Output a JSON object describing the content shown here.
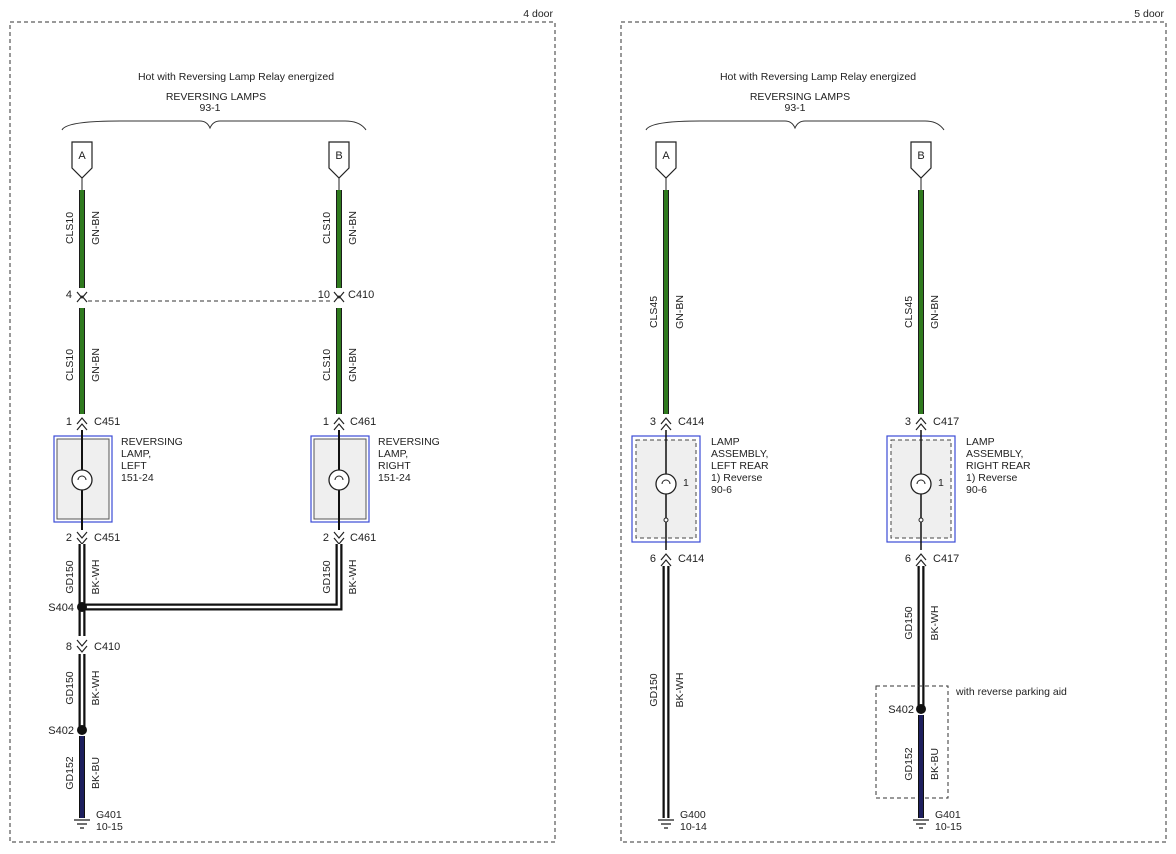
{
  "panels": [
    {
      "corner_label": "4 door",
      "header": {
        "condition": "Hot with Reversing Lamp Relay energized",
        "source_name": "REVERSING LAMPS",
        "source_ref": "93-1"
      },
      "inputs": [
        "A",
        "B"
      ],
      "circuits": {
        "left_upper": {
          "id": "CLS10",
          "color": "GN-BN"
        },
        "right_upper": {
          "id": "CLS10",
          "color": "GN-BN"
        },
        "left_mid": {
          "id": "CLS10",
          "color": "GN-BN"
        },
        "right_mid": {
          "id": "CLS10",
          "color": "GN-BN"
        },
        "left_lamp_out": {
          "id": "GD150",
          "color": "BK-WH"
        },
        "right_lamp_out": {
          "id": "GD150",
          "color": "BK-WH"
        },
        "left_lower": {
          "id": "GD150",
          "color": "BK-WH"
        },
        "ground_run": {
          "id": "GD152",
          "color": "BK-BU"
        }
      },
      "connectors": {
        "c410_top_left_pin": "4",
        "c410_top_right_pin": "10",
        "c410_name": "C410",
        "left_lamp_in_pin": "1",
        "left_lamp_in": "C451",
        "right_lamp_in_pin": "1",
        "right_lamp_in": "C461",
        "left_lamp_out_pin": "2",
        "left_lamp_out": "C451",
        "right_lamp_out_pin": "2",
        "right_lamp_out": "C461",
        "c410_lower_pin": "8",
        "c410_lower": "C410"
      },
      "splices": [
        "S404",
        "S402"
      ],
      "components": [
        {
          "name_lines": [
            "REVERSING",
            "LAMP,",
            "LEFT"
          ],
          "ref": "151-24"
        },
        {
          "name_lines": [
            "REVERSING",
            "LAMP,",
            "RIGHT"
          ],
          "ref": "151-24"
        }
      ],
      "ground": {
        "name": "G401",
        "ref": "10-15"
      }
    },
    {
      "corner_label": "5 door",
      "header": {
        "condition": "Hot with Reversing Lamp Relay energized",
        "source_name": "REVERSING LAMPS",
        "source_ref": "93-1"
      },
      "inputs": [
        "A",
        "B"
      ],
      "circuits": {
        "left_upper": {
          "id": "CLS45",
          "color": "GN-BN"
        },
        "right_upper": {
          "id": "CLS45",
          "color": "GN-BN"
        },
        "left_lower": {
          "id": "GD150",
          "color": "BK-WH"
        },
        "right_lower": {
          "id": "GD150",
          "color": "BK-WH"
        },
        "right_ground_run": {
          "id": "GD152",
          "color": "BK-BU"
        }
      },
      "connectors": {
        "left_in_pin": "3",
        "left_in": "C414",
        "right_in_pin": "3",
        "right_in": "C417",
        "left_out_pin": "6",
        "left_out": "C414",
        "right_out_pin": "6",
        "right_out": "C417"
      },
      "components": [
        {
          "name_lines": [
            "LAMP",
            "ASSEMBLY,",
            "LEFT REAR",
            "1) Reverse"
          ],
          "ref": "90-6",
          "pin": "1"
        },
        {
          "name_lines": [
            "LAMP",
            "ASSEMBLY,",
            "RIGHT REAR",
            "1) Reverse"
          ],
          "ref": "90-6",
          "pin": "1"
        }
      ],
      "option_note": "with reverse parking aid",
      "splice": "S402",
      "grounds": [
        {
          "name": "G400",
          "ref": "10-14"
        },
        {
          "name": "G401",
          "ref": "10-15"
        }
      ]
    }
  ],
  "colors": {
    "wire_green": "#2f7a1e",
    "wire_blue": "#1d1f5e",
    "component_border": "#3b4bd6"
  }
}
